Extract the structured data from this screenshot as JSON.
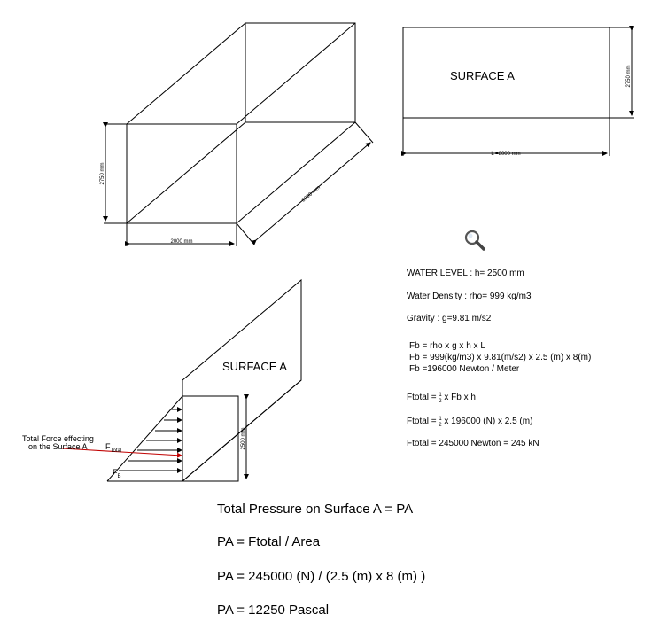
{
  "box": {
    "height_label": "2750 mm",
    "width_label": "2000 mm",
    "depth_label": "8000 mm"
  },
  "surface_a": {
    "label": "SURFACE A",
    "height_label": "2750 mm",
    "length_label": "L =8000 mm"
  },
  "wall": {
    "label": "SURFACE A",
    "water_height_label": "2500 mm",
    "force_caption_line1": "Total Force effecting",
    "force_caption_line2": "on the Surface A",
    "f_total_main": "F",
    "f_total_sub": "Total",
    "f_b_main": "F",
    "f_b_sub": "B"
  },
  "zoom_icon": "magnifier-icon",
  "calc": {
    "water_level": "WATER LEVEL : h= 2500 mm",
    "water_density": "Water Density : rho= 999 kg/m3",
    "gravity": "Gravity : g=9.81 m/s2",
    "fb1": "Fb = rho x g x h x L",
    "fb2": "Fb = 999(kg/m3) x 9.81(m/s2) x 2.5 (m) x 8(m)",
    "fb3": "Fb =196000 Newton / Meter",
    "ftotal1_pre": "Ftotal = ",
    "ftotal1_post": " x Fb x h",
    "ftotal2_pre": "Ftotal = ",
    "ftotal2_post": " x 196000 (N) x 2.5 (m)",
    "ftotal3": "Ftotal = 245000 Newton = 245 kN",
    "half_num": "1",
    "half_den": "2"
  },
  "pressure": {
    "line1": "Total Pressure on Surface A = PA",
    "line2": "PA = Ftotal / Area",
    "line3": "PA = 245000 (N) / (2.5 (m) x 8 (m) )",
    "line4": "PA = 12250 Pascal"
  }
}
